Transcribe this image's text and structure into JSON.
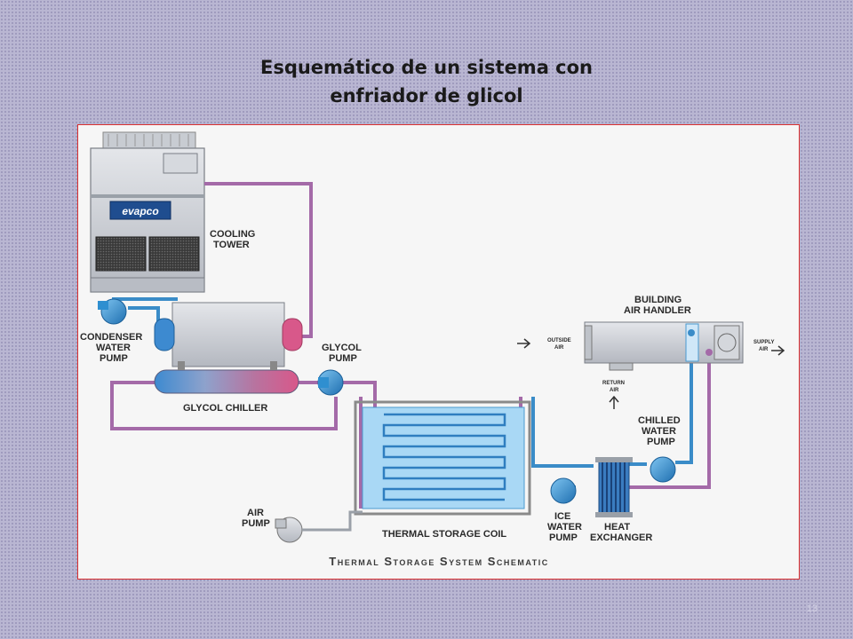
{
  "slide": {
    "title_line1": "Esquemático de un sistema con",
    "title_line2": "enfriador de glicol",
    "page_number": "13"
  },
  "diagram": {
    "brand": "evapco",
    "labels": {
      "cooling_tower_1": "COOLING",
      "cooling_tower_2": "TOWER",
      "condenser_1": "CONDENSER",
      "condenser_2": "WATER",
      "condenser_3": "PUMP",
      "glycol_pump_1": "GLYCOL",
      "glycol_pump_2": "PUMP",
      "glycol_chiller": "GLYCOL CHILLER",
      "building_1": "BUILDING",
      "building_2": "AIR HANDLER",
      "outside_1": "OUTSIDE",
      "outside_2": "AIR",
      "supply_1": "SUPPLY",
      "supply_2": "AIR",
      "return_1": "RETURN",
      "return_2": "AIR",
      "chilled_1": "CHILLED",
      "chilled_2": "WATER",
      "chilled_3": "PUMP",
      "air_pump_1": "AIR",
      "air_pump_2": "PUMP",
      "storage_coil": "THERMAL STORAGE COIL",
      "ice_1": "ICE",
      "ice_2": "WATER",
      "ice_3": "PUMP",
      "heat_1": "HEAT",
      "heat_2": "EXCHANGER",
      "caption": "Thermal Storage System Schematic"
    },
    "colors": {
      "glycol_pipe": "#a46aa8",
      "water_pipe": "#3a8cc8",
      "pump": "#2f8fd0",
      "tank_water": "#a9d8f5"
    }
  }
}
